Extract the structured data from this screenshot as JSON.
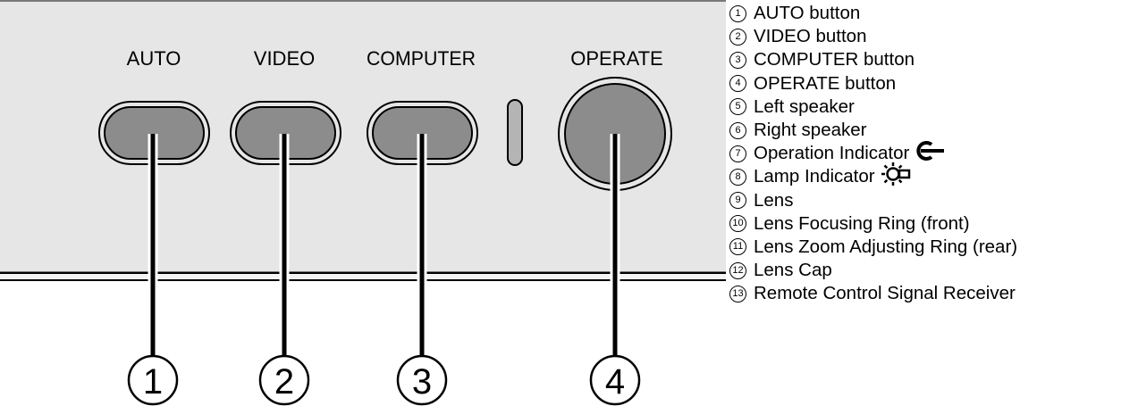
{
  "panel": {
    "labels": {
      "auto": "AUTO",
      "video": "VIDEO",
      "computer": "COMPUTER",
      "operate": "OPERATE"
    },
    "callouts": [
      "1",
      "2",
      "3",
      "4"
    ]
  },
  "legend": [
    {
      "num": "1",
      "text": "AUTO button"
    },
    {
      "num": "2",
      "text": "VIDEO button"
    },
    {
      "num": "3",
      "text": "COMPUTER button"
    },
    {
      "num": "4",
      "text": "OPERATE button"
    },
    {
      "num": "5",
      "text": "Left speaker"
    },
    {
      "num": "6",
      "text": "Right speaker"
    },
    {
      "num": "7",
      "text": "Operation Indicator",
      "icon": "power-indicator-icon"
    },
    {
      "num": "8",
      "text": "Lamp Indicator",
      "icon": "lamp-indicator-icon"
    },
    {
      "num": "9",
      "text": "Lens"
    },
    {
      "num": "10",
      "text": "Lens Focusing Ring (front)"
    },
    {
      "num": "11",
      "text": "Lens Zoom Adjusting Ring (rear)"
    },
    {
      "num": "12",
      "text": "Lens Cap"
    },
    {
      "num": "13",
      "text": "Remote Control Signal Receiver"
    }
  ],
  "colors": {
    "panel_bg": "#e6e6e6",
    "button_fill": "#8c8c8c",
    "line": "#000000"
  }
}
